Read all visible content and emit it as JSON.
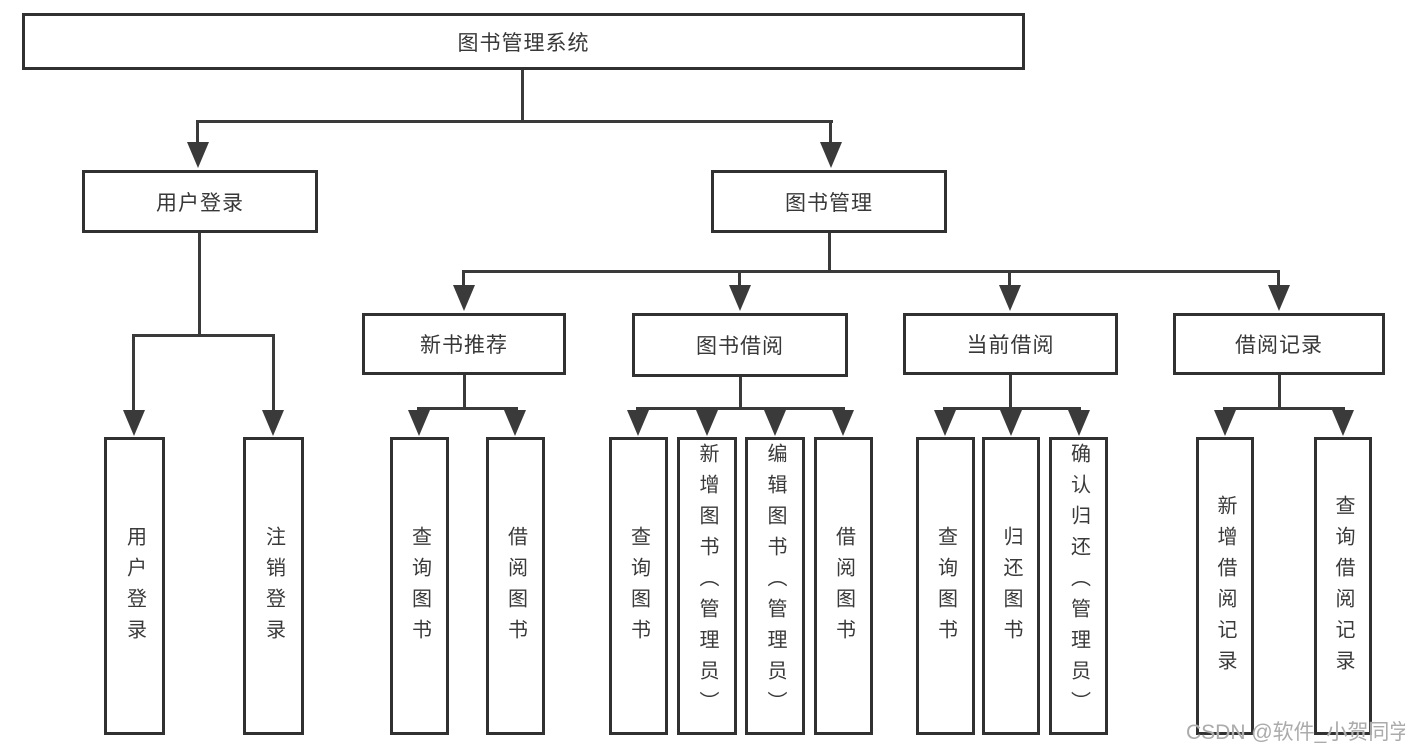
{
  "nodes": {
    "root": "图书管理系统",
    "level2": {
      "user_login": "用户登录",
      "book_mgmt": "图书管理"
    },
    "level3": {
      "new_book_rec": "新书推荐",
      "book_borrow": "图书借阅",
      "current_borrow": "当前借阅",
      "borrow_record": "借阅记录"
    },
    "leaves": {
      "user_login": "用户登录",
      "logout": "注销登录",
      "rec_query_book": "查询图书",
      "rec_borrow_book": "借阅图书",
      "bb_query_book": "查询图书",
      "bb_add_book": "新增图书（管理员）",
      "bb_edit_book": "编辑图书（管理员）",
      "bb_borrow_book": "借阅图书",
      "cb_query_book": "查询图书",
      "cb_return_book": "归还图书",
      "cb_confirm_return": "确认归还（管理员）",
      "br_add_record": "新增借阅记录",
      "br_query_record": "查询借阅记录"
    }
  },
  "watermark": "CSDN @软件_小贺同学",
  "colors": {
    "line": "#3a3a3a",
    "box_border": "#313131",
    "text": "#383838",
    "watermark": "#ababab",
    "background": "#ffffff"
  }
}
